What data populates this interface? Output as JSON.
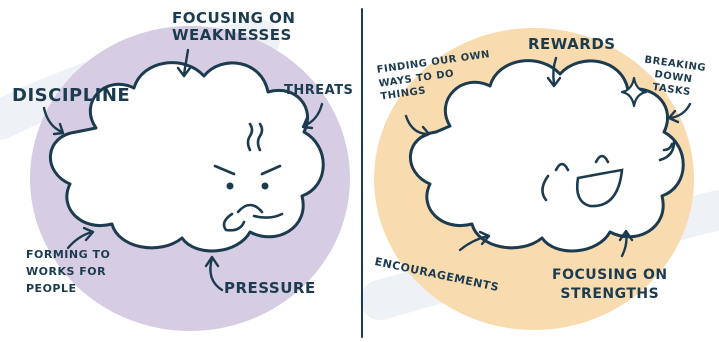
{
  "colors": {
    "ink": "#1d3b4f",
    "left_circle": "#d6cce3",
    "right_circle": "#f8dcaf",
    "background_swirl": "#eef1f6",
    "cloud_fill": "#ffffff"
  },
  "left_panel": {
    "labels": {
      "focusing_on_weaknesses": "FOCUSING ON\nWEAKNESSES",
      "discipline": "DISCIPLINE",
      "threats": "THREATS",
      "conforming": "FORMING TO\nWORKS FOR\nPEOPLE",
      "pressure": "PRESSURE"
    },
    "cloud_expression": "angry-face"
  },
  "right_panel": {
    "labels": {
      "rewards": "REWARDS",
      "finding_own_ways": "FINDING OUR OWN\nWAYS TO DO\nTHINGS",
      "breaking_down_tasks": "BREAKING DOWN\nTASKS",
      "encouragements": "ENCOURAGEMENTS",
      "focusing_on_strengths": "FOCUSING ON\nSTRENGTHS"
    },
    "cloud_expression": "happy-face",
    "sparkle_icon": "sparkle-icon"
  }
}
